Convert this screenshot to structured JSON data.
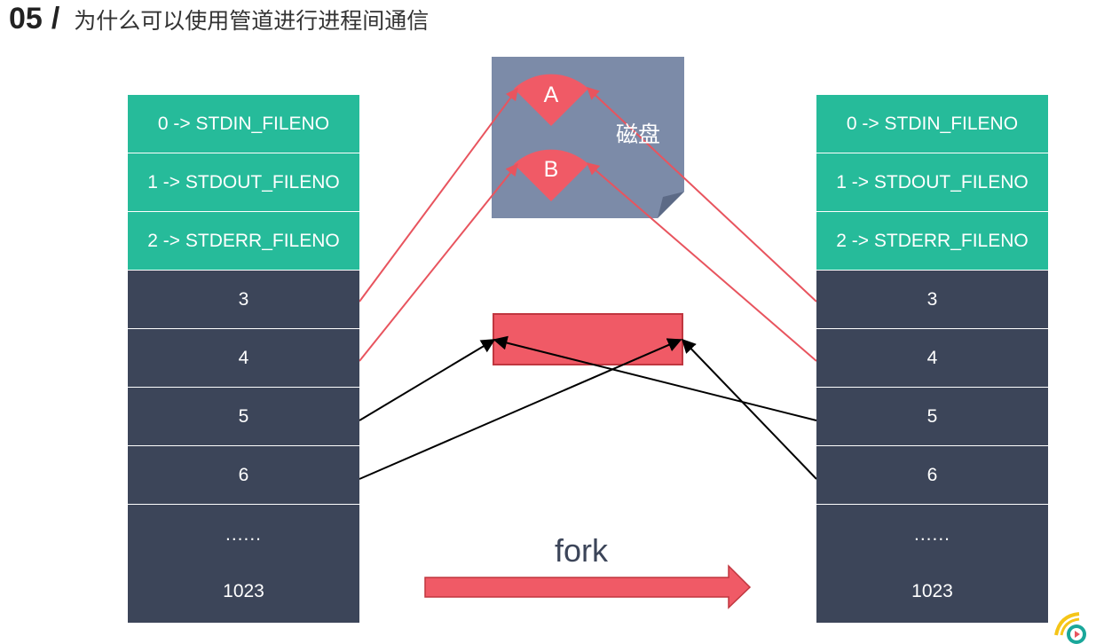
{
  "title": {
    "number": "05",
    "slash": "/",
    "text": "为什么可以使用管道进行进程间通信"
  },
  "left_table": {
    "std_entries": [
      "0 -> STDIN_FILENO",
      "1 -> STDOUT_FILENO",
      "2 -> STDERR_FILENO"
    ],
    "fd_entries": [
      "3",
      "4",
      "5",
      "6"
    ],
    "ellipsis": "......",
    "last": "1023"
  },
  "right_table": {
    "std_entries": [
      "0 -> STDIN_FILENO",
      "1 -> STDOUT_FILENO",
      "2 -> STDERR_FILENO"
    ],
    "fd_entries": [
      "3",
      "4",
      "5",
      "6"
    ],
    "ellipsis": "......",
    "last": "1023"
  },
  "disk": {
    "label": "磁盘",
    "sector_a": "A",
    "sector_b": "B"
  },
  "fork_label": "fork",
  "colors": {
    "std_cell": "#26bb9a",
    "fd_cell": "#3c4559",
    "disk": "#7c8ba8",
    "accent_red": "#f05a66",
    "pipe_border": "#c0363f",
    "file_arrow": "#e8545e",
    "pipe_arrow": "#000000"
  }
}
